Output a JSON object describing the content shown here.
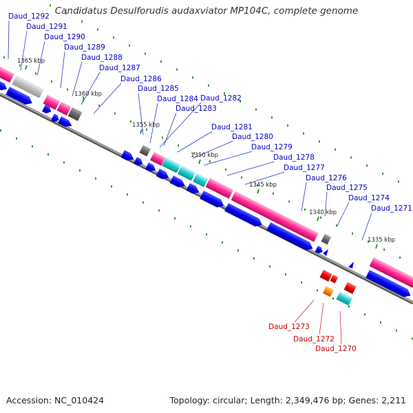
{
  "title": "Candidatus Desulforudis audaxviator MP104C, complete genome",
  "footer": {
    "accession": "Accession: NC_010424",
    "summary": "Topology: circular; Length: 2,349,476 bp; Genes: 2,211"
  },
  "colors": {
    "forward_label": "#0000cc",
    "reverse_label": "#cc0000",
    "cds_arrow": "#0000dd",
    "tick_mark": "#339933",
    "backbone": "#888888"
  },
  "ticks": [
    "1365 kbp",
    "1360 kbp",
    "1355 kbp",
    "1350 kbp",
    "1345 kbp",
    "1340 kbp",
    "1335 kbp"
  ],
  "genes_forward": [
    "Daud_1292",
    "Daud_1291",
    "Daud_1290",
    "Daud_1289",
    "Daud_1288",
    "Daud_1287",
    "Daud_1286",
    "Daud_1285",
    "Daud_1284",
    "Daud_1282",
    "Daud_1283",
    "Daud_1281",
    "Daud_1280",
    "Daud_1279",
    "Daud_1278",
    "Daud_1277",
    "Daud_1276",
    "Daud_1275",
    "Daud_1274",
    "Daud_1271"
  ],
  "genes_reverse": [
    "Daud_1273",
    "Daud_1272",
    "Daud_1270"
  ]
}
